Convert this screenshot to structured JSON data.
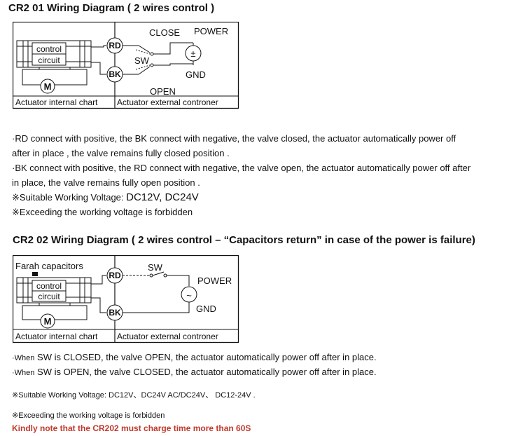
{
  "section1": {
    "heading": "CR2 01 Wiring Diagram ( 2 wires control )",
    "diagram": {
      "control": "control",
      "circuit": "circuit",
      "motor": "M",
      "rd": "RD",
      "bk": "BK",
      "sw": "SW",
      "close": "CLOSE",
      "open": "OPEN",
      "power": "POWER",
      "gnd": "GND",
      "battery": "±",
      "internal": "Actuator internal chart",
      "external": "Actuator external controner"
    },
    "lines": [
      "·RD connect with positive, the BK connect with negative, the valve closed, the actuator automatically power off",
      "after in place , the valve remains fully closed position .",
      "·BK connect with positive, the RD connect with negative, the valve open, the actuator automatically power off after",
      "in place, the valve remains fully open position ."
    ],
    "voltage_prefix": "※Suitable Working Voltage: ",
    "voltage_value": "DC12V, DC24V",
    "forbidden": "※Exceeding the working voltage is forbidden"
  },
  "section2": {
    "heading": "CR2 02 Wiring Diagram ( 2 wires control – “Capacitors return” in case of the power is failure)",
    "diagram": {
      "farah": "Farah capacitors",
      "control": "control",
      "circuit": "circuit",
      "motor": "M",
      "rd": "RD",
      "bk": "BK",
      "sw": "SW",
      "power": "POWER",
      "gnd": "GND",
      "ac": "~",
      "internal": "Actuator internal chart",
      "external": "Actuator external controner"
    },
    "line1_prefix": "·When",
    "line1": " SW is CLOSED, the valve OPEN, the actuator automatically power off after in place.",
    "line2_prefix": "·When",
    "line2": " SW is OPEN, the valve CLOSED, the actuator automatically power off after in place.",
    "voltage": "※Suitable Working Voltage: DC12V、DC24V AC/DC24V、 DC12-24V .",
    "forbidden": "※Exceeding the working voltage is forbidden",
    "note": "Kindly note that the CR202 must charge time more than 60S"
  }
}
